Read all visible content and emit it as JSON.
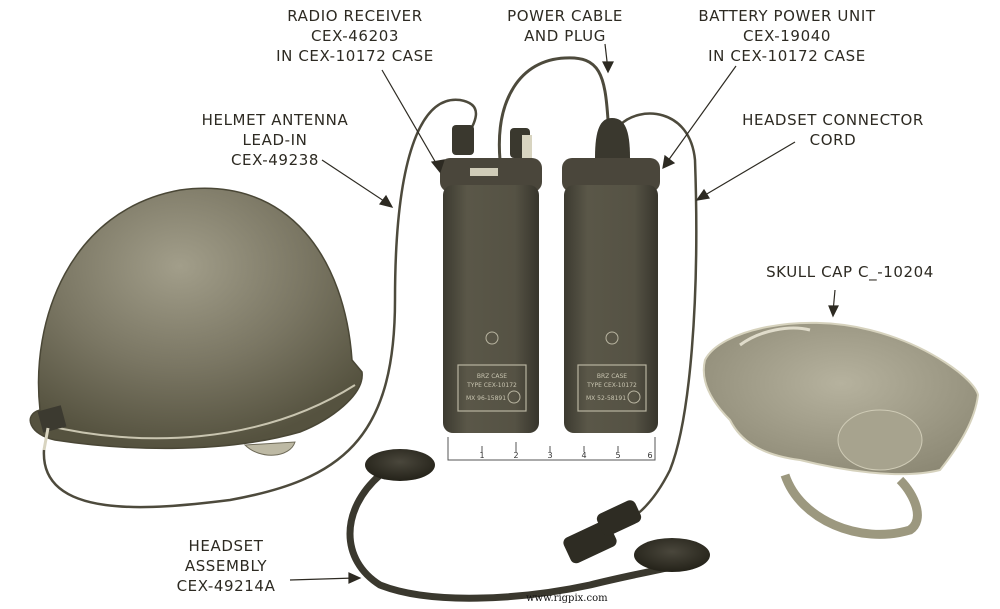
{
  "labels": {
    "radio_receiver": [
      "RADIO RECEIVER",
      "CEX-46203",
      "IN CEX-10172 CASE"
    ],
    "power_cable": [
      "POWER CABLE",
      "AND PLUG"
    ],
    "battery_unit": [
      "BATTERY POWER UNIT",
      "CEX-19040",
      "IN CEX-10172 CASE"
    ],
    "helmet_antenna": [
      "HELMET ANTENNA",
      "LEAD-IN",
      "CEX-49238"
    ],
    "headset_cord": [
      "HEADSET CONNECTOR",
      "CORD"
    ],
    "skull_cap": [
      "SKULL CAP C_-10204"
    ],
    "headset_assembly": [
      "HEADSET",
      "ASSEMBLY",
      "CEX-49214A"
    ]
  },
  "ruler": {
    "ticks": [
      "1",
      "2",
      "3",
      "4",
      "5",
      "6"
    ]
  },
  "case_plates": {
    "receiver": [
      "BRZ CASE",
      "TYPE CEX-10172",
      "MX 96-15891"
    ],
    "battery": [
      "BRZ CASE",
      "TYPE CEX-10172",
      "MX 52-58191"
    ]
  },
  "credit": "www.rigpix.com",
  "colors": {
    "ink": "#2d2a22",
    "olive": "#6e6a58",
    "case": "#4a463b",
    "cap": "#a39f8a"
  }
}
